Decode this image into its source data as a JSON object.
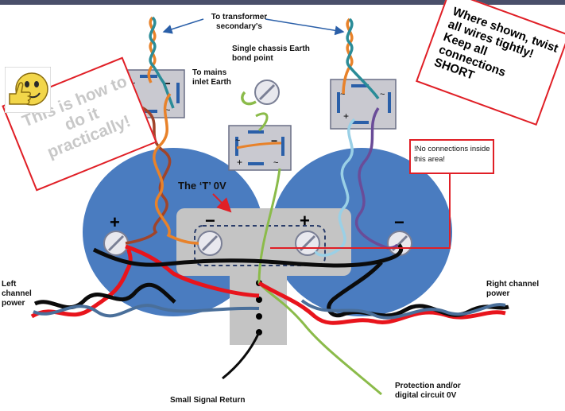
{
  "labels": {
    "to_transformer": "To transformer secondary's",
    "single_chassis": "Single chassis Earth bond point",
    "to_mains": "To mains inlet Earth",
    "where_shown": "Where shown, twist all wires tightly! Keep all connections SHORT",
    "practically": "This is how to do it practically!",
    "no_connections": "!No connections inside this area!",
    "the_t_0v": "The ‘T’ 0V",
    "left_channel": "Left channel power",
    "right_channel": "Right channel power",
    "small_signal": "Small Signal Return",
    "protection": "Protection and/or digital circuit 0V"
  },
  "symbols": {
    "ac": "~",
    "plus": "+",
    "minus": "−"
  },
  "colors": {
    "capacitor_blue": "#4a7cc0",
    "grey_bar": "#c4c4c4",
    "rectifier_grey": "#c9c9d0",
    "red_callout": "#e01f26",
    "wire_red": "#e8141c",
    "wire_black": "#0b0b0b",
    "wire_green": "#8bbb4a",
    "wire_orange": "#e8822a",
    "wire_brown": "#a0442a",
    "wire_teal": "#2a8c98",
    "wire_purple": "#6a4c98",
    "wire_lightblue": "#9ad0e6",
    "wire_blue_grey": "#4a6f9a"
  }
}
